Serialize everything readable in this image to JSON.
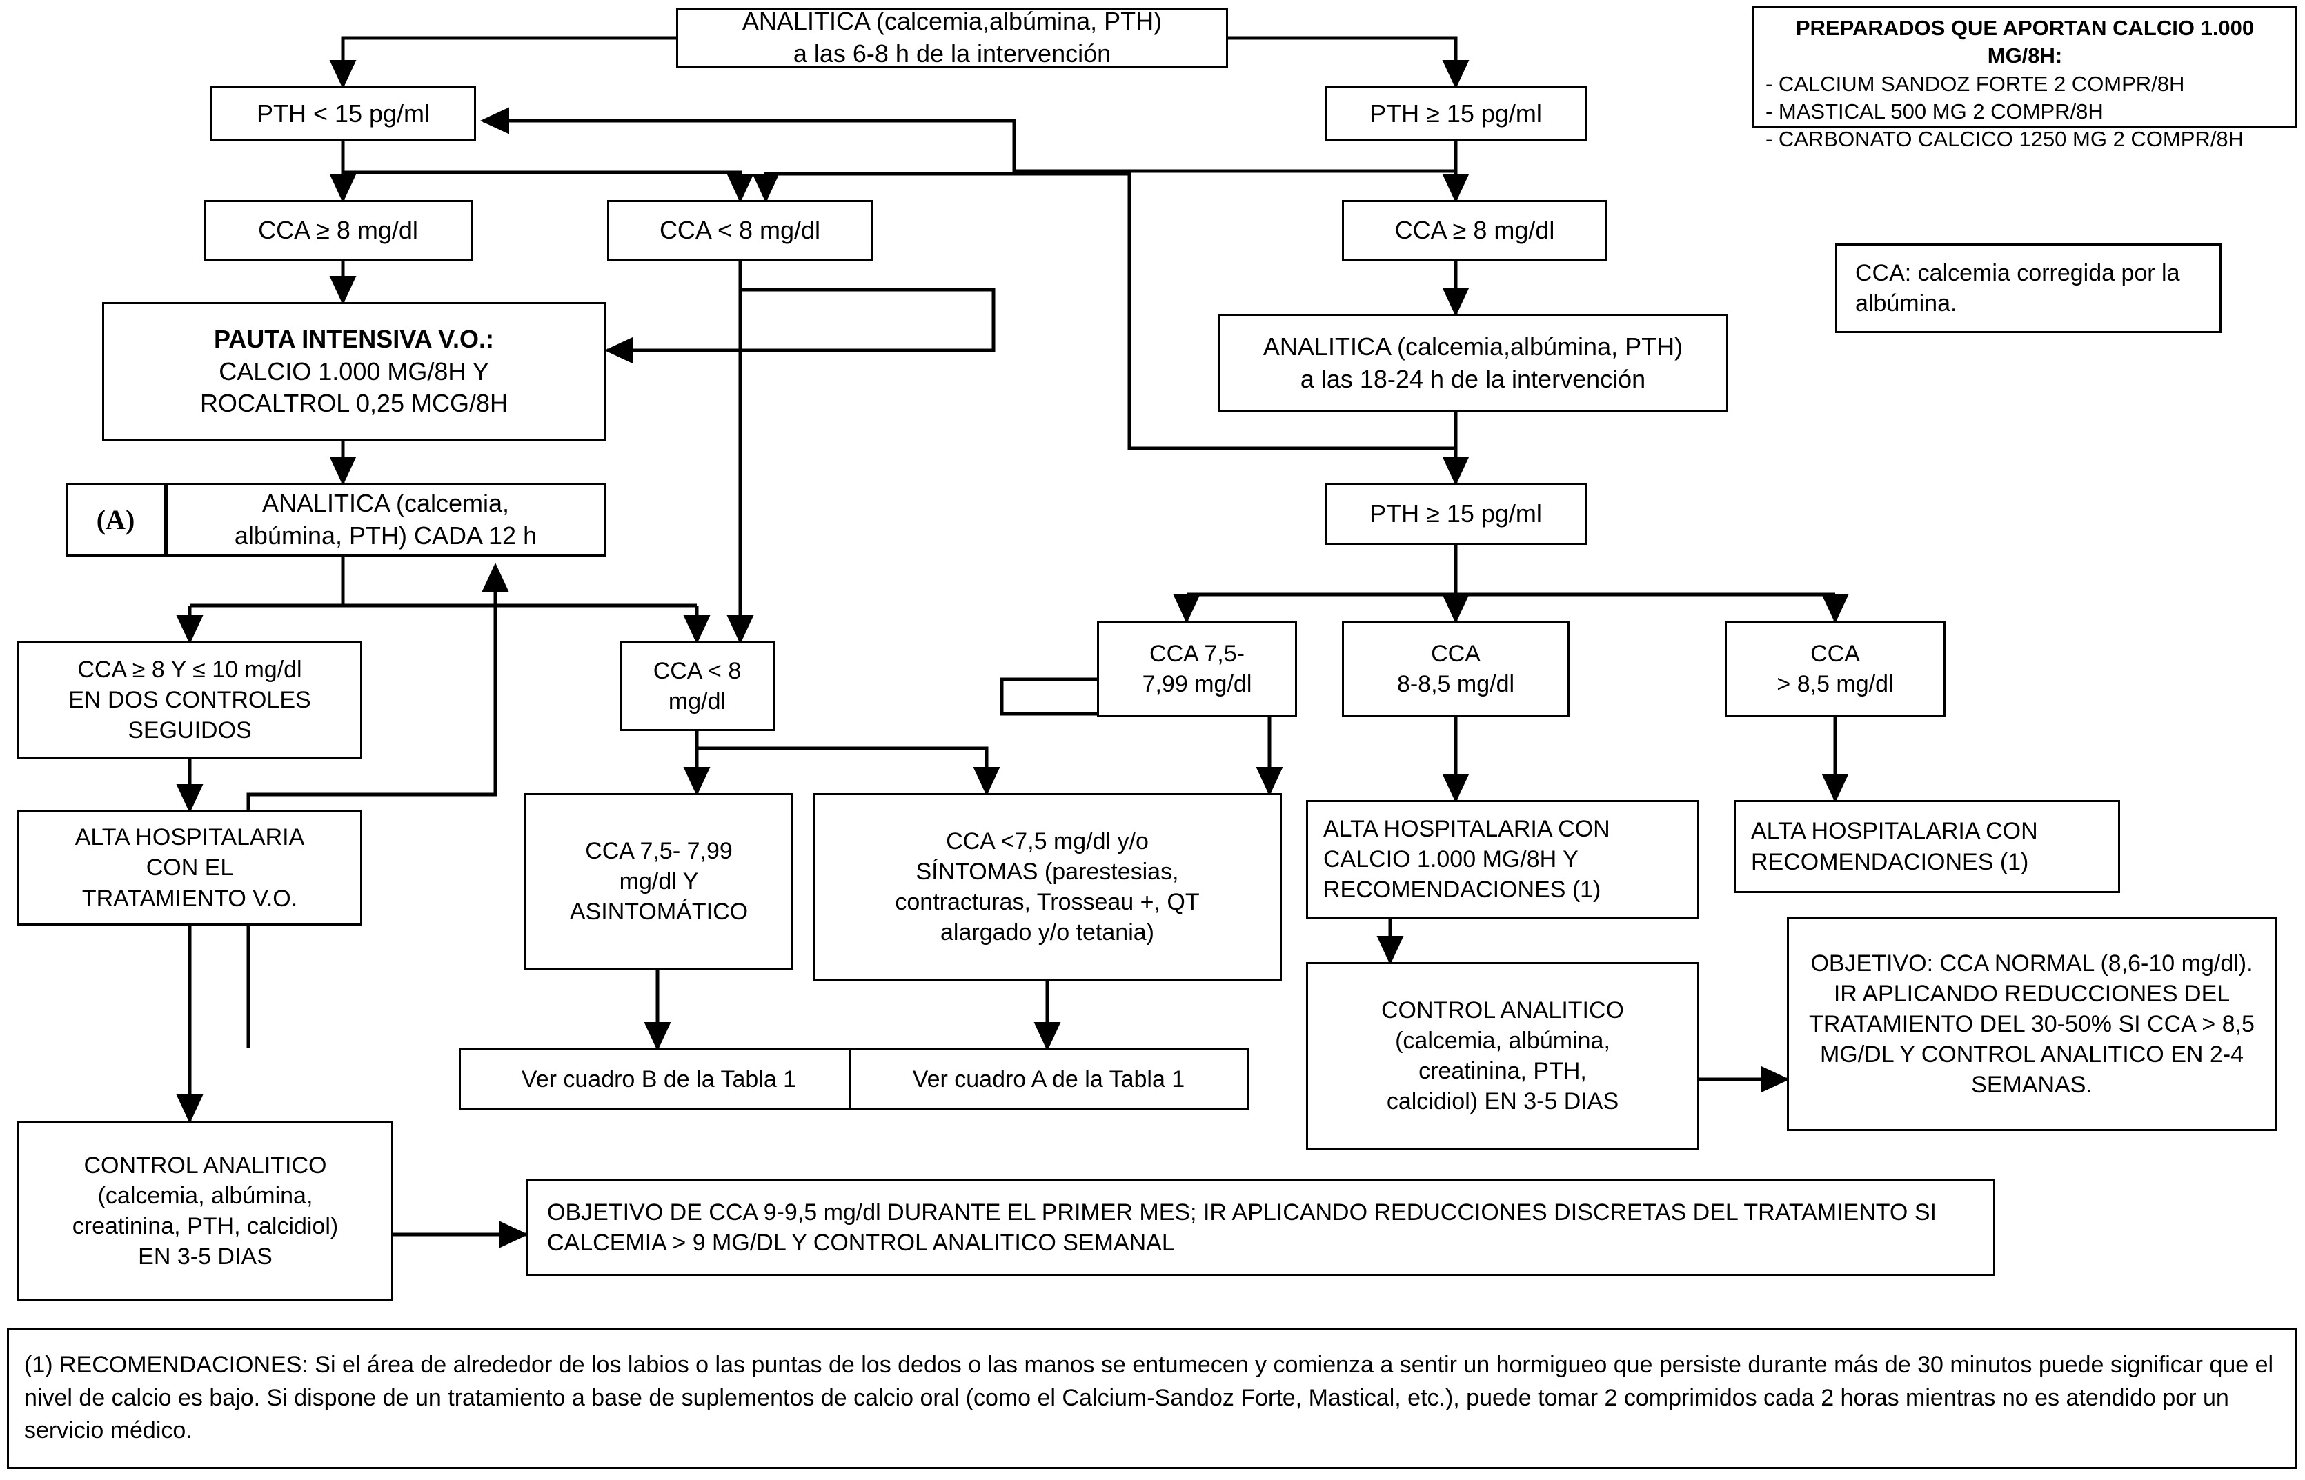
{
  "diagram": {
    "title_context": "Protocolo de manejo de hipocalcemia postoperatoria",
    "nodes": {
      "analitica_6_8h": "ANALITICA (calcemia,albúmina, PTH)\na las 6-8 h de la intervención",
      "pth_lt15": "PTH < 15 pg/ml",
      "pth_ge15_top": "PTH ≥ 15 pg/ml",
      "cca_ge8_left": "CCA ≥ 8 mg/dl",
      "cca_lt8_mid": "CCA < 8 mg/dl",
      "cca_ge8_right": "CCA ≥ 8 mg/dl",
      "pauta_intensiva": "PAUTA INTENSIVA V.O.:\nCALCIO 1.000 MG/8H Y\nROCALTROL 0,25 MCG/8H",
      "pauta_intensiva_head": "PAUTA INTENSIVA V.O.:",
      "pauta_intensiva_rest": "CALCIO 1.000 MG/8H Y\nROCALTROL 0,25 MCG/8H",
      "analitica_18_24h": "ANALITICA (calcemia,albúmina, PTH)\na las 18-24 h de la intervención",
      "tag_a": "(A)",
      "analitica_cada12h": "ANALITICA (calcemia,\nalbúmina, PTH) CADA 12 h",
      "pth_ge15_second": "PTH ≥ 15 pg/ml",
      "cca_8_10_dos_controles": "CCA ≥ 8 Y ≤ 10 mg/dl\nEN DOS CONTROLES\nSEGUIDOS",
      "cca_lt8_small": "CCA < 8\nmg/dl",
      "cca_7_5_7_99_right": "CCA  7,5-\n7,99 mg/dl",
      "cca_8_85": "CCA\n8-8,5 mg/dl",
      "cca_gt85": "CCA\n> 8,5 mg/dl",
      "alta_tratamiento_vo": "ALTA HOSPITALARIA\nCON EL\nTRATAMIENTO V.O.",
      "cca_7_5_7_99_asintomatico": "CCA 7,5- 7,99\nmg/dl Y\nASINTOMÁTICO",
      "cca_lt75_sintomas": "CCA <7,5 mg/dl y/o\nSÍNTOMAS (parestesias,\ncontracturas, Trosseau +, QT\nalargado y/o tetania)",
      "alta_calcio_recomendaciones": "ALTA HOSPITALARIA CON\nCALCIO 1.000 MG/8H Y\nRECOMENDACIONES (1)",
      "alta_recomendaciones": "ALTA HOSPITALARIA CON\nRECOMENDACIONES (1)",
      "ver_cuadro_b": "Ver cuadro B de la Tabla 1",
      "ver_cuadro_a": "Ver cuadro A de la Tabla 1",
      "control_analitico_right": "CONTROL ANALITICO\n(calcemia, albúmina,\ncreatinina, PTH,\ncalcidiol) EN 3-5 DIAS",
      "objetivo_cca_normal": "OBJETIVO: CCA NORMAL (8,6-10 mg/dl). IR APLICANDO REDUCCIONES DEL TRATAMIENTO DEL 30-50% SI CCA > 8,5 MG/DL Y CONTROL ANALITICO EN 2-4 SEMANAS.",
      "control_analitico_left": "CONTROL ANALITICO\n(calcemia, albúmina,\ncreatinina, PTH, calcidiol)\nEN 3-5 DIAS",
      "objetivo_primer_mes": "OBJETIVO DE CCA 9-9,5 mg/dl DURANTE EL PRIMER MES; IR APLICANDO REDUCCIONES DISCRETAS DEL TRATAMIENTO SI CALCEMIA > 9 MG/DL Y CONTROL ANALITICO SEMANAL"
    },
    "legend_preparados": {
      "title": "PREPARADOS QUE APORTAN CALCIO 1.000 MG/8H:",
      "items": "- CALCIUM SANDOZ FORTE 2 COMPR/8H\n- MASTICAL 500 MG 2 COMPR/8H\n- CARBONATO CALCICO 1250 MG 2 COMPR/8H"
    },
    "legend_cca": "CCA: calcemia corregida por la albúmina.",
    "footnote": "(1) RECOMENDACIONES: Si el área de alrededor de los labios o las puntas de los dedos o las manos se entumecen y comienza a sentir un hormigueo que persiste durante más de 30 minutos puede significar que el nivel de calcio es bajo. Si dispone de un tratamiento a base de suplementos de calcio oral (como el Calcium-Sandoz Forte, Mastical, etc.), puede tomar 2 comprimidos cada 2 horas mientras no es atendido por un servicio médico.",
    "colors": {
      "stroke": "#000000",
      "background": "#ffffff",
      "text": "#000000"
    }
  }
}
